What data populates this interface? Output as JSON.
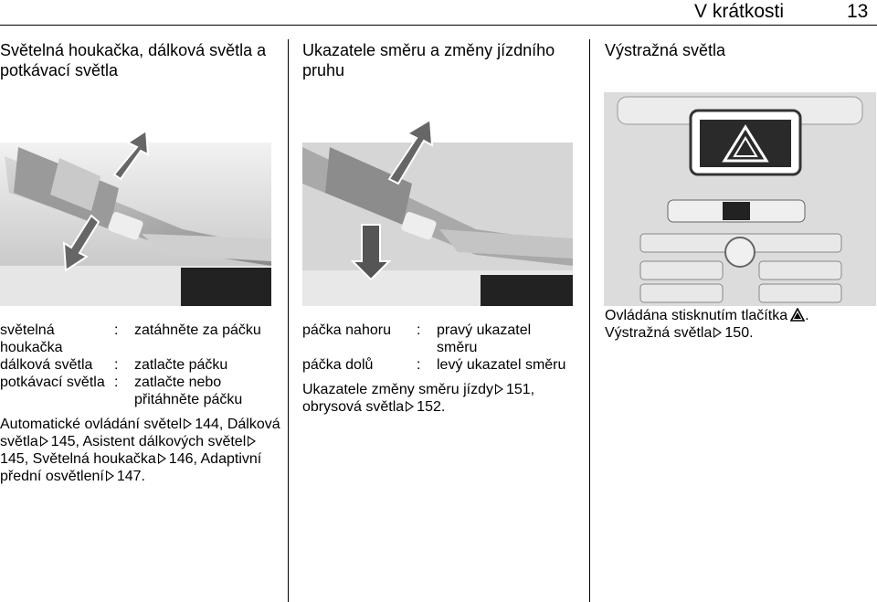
{
  "header": {
    "section_title": "V krátkosti",
    "page_number": "13"
  },
  "col1": {
    "heading": "Světelná houkačka, dálková světla a potkávací světla",
    "definitions": [
      {
        "term": "světelná houkačka",
        "desc": "zatáhněte za páčku"
      },
      {
        "term": "dálková světla",
        "desc": "zatlačte páčku"
      },
      {
        "term": "potkávací světla",
        "desc": "zatlačte nebo přitáhněte páčku"
      }
    ],
    "refs": {
      "r1_label": "Automatické ovládání světel",
      "r1_page": "144,",
      "r2_label": "Dálková světla",
      "r2_page": "145, Asistent dálkových světel",
      "r3_page": "145, Světelná houkačka",
      "r4_page": "146, Adaptivní přední osvětlení",
      "r5_page": "147."
    }
  },
  "col2": {
    "heading": "Ukazatele směru a změny jízdního pruhu",
    "definitions": [
      {
        "term": "páčka nahoru",
        "desc": "pravý ukazatel směru"
      },
      {
        "term": "páčka dolů",
        "desc": "levý ukazatel směru"
      }
    ],
    "refs": {
      "r1_label": "Ukazatele změny směru jízdy",
      "r1_page": "151,",
      "r2_label": "obrysová světla",
      "r2_page": "152."
    }
  },
  "col3": {
    "heading": "Výstražná světla",
    "body_label": "Ovládána stisknutím tlačítka",
    "body_end": ".",
    "ref_label": "Výstražná světla",
    "ref_page": "150."
  },
  "colon": ":",
  "icons": {
    "xref": "page-reference-icon",
    "hazard": "hazard-warning-triangle-icon"
  }
}
